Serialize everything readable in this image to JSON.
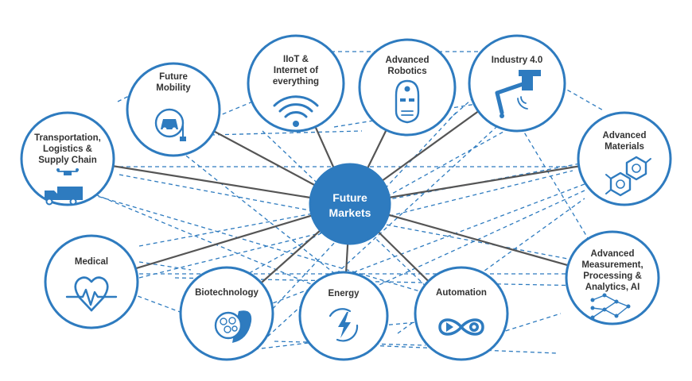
{
  "center": {
    "label_lines": [
      "Future",
      "Markets"
    ]
  },
  "nodes": [
    {
      "id": "transportation",
      "label_lines": [
        "Transportation,",
        "Logistics &",
        "Supply Chain"
      ],
      "icon": "drone-truck-icon"
    },
    {
      "id": "future-mobility",
      "label_lines": [
        "Future",
        "Mobility"
      ],
      "icon": "electric-car-icon"
    },
    {
      "id": "iiot",
      "label_lines": [
        "IIoT &",
        "Internet of",
        "everything"
      ],
      "icon": "wifi-icon"
    },
    {
      "id": "advanced-robotics",
      "label_lines": [
        "Advanced",
        "Robotics"
      ],
      "icon": "robot-head-icon"
    },
    {
      "id": "industry-4",
      "label_lines": [
        "Industry 4.0"
      ],
      "icon": "robotic-arm-icon"
    },
    {
      "id": "advanced-materials",
      "label_lines": [
        "Advanced",
        "Materials"
      ],
      "icon": "molecule-icon"
    },
    {
      "id": "advanced-measurement",
      "label_lines": [
        "Advanced",
        "Measurement,",
        "Processing &",
        "Analytics, AI"
      ],
      "icon": "neural-network-icon"
    },
    {
      "id": "automation",
      "label_lines": [
        "Automation"
      ],
      "icon": "infinity-gear-icon"
    },
    {
      "id": "energy",
      "label_lines": [
        "Energy"
      ],
      "icon": "lightning-cycle-icon"
    },
    {
      "id": "biotechnology",
      "label_lines": [
        "Biotechnology"
      ],
      "icon": "cell-leaf-icon"
    },
    {
      "id": "medical",
      "label_lines": [
        "Medical"
      ],
      "icon": "heartbeat-icon"
    }
  ],
  "colors": {
    "accent": "#2e7bbf",
    "spoke": "#555555",
    "text": "#333333"
  }
}
